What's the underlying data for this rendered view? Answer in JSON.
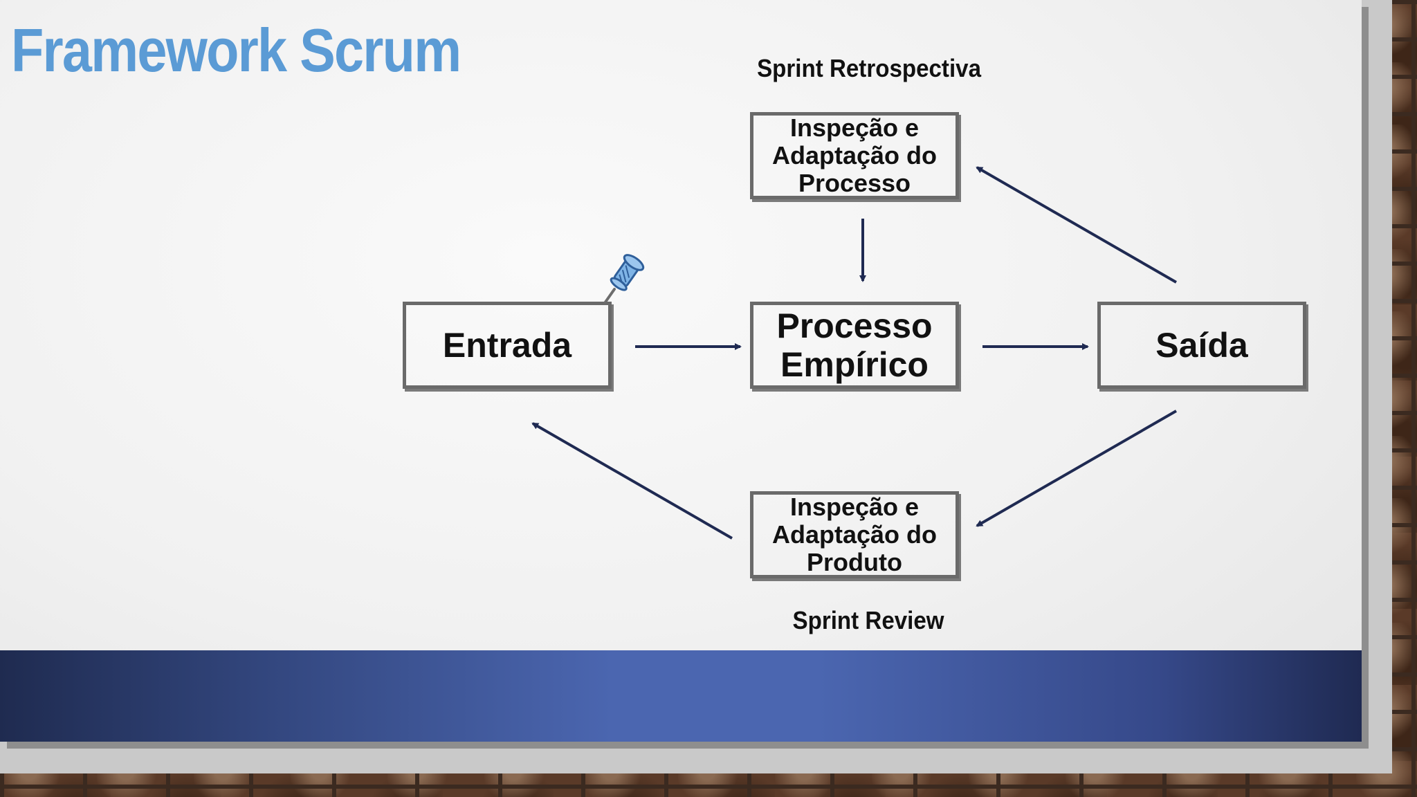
{
  "slide": {
    "title": "Framework Scrum"
  },
  "diagram": {
    "nodes": {
      "entrada": "Entrada",
      "processo": "Processo\nEmpírico",
      "saida": "Saída",
      "retro_box": "Inspeção e\nAdaptação do\nProcesso",
      "review_box": "Inspeção e\nAdaptação do\nProduto"
    },
    "labels": {
      "retro": "Sprint Retrospectiva",
      "review": "Sprint Review"
    }
  },
  "colors": {
    "title": "#5b9bd5",
    "arrow": "#1f2a52",
    "band": "#4b66b0"
  },
  "icons": [
    "pushpin-icon"
  ]
}
